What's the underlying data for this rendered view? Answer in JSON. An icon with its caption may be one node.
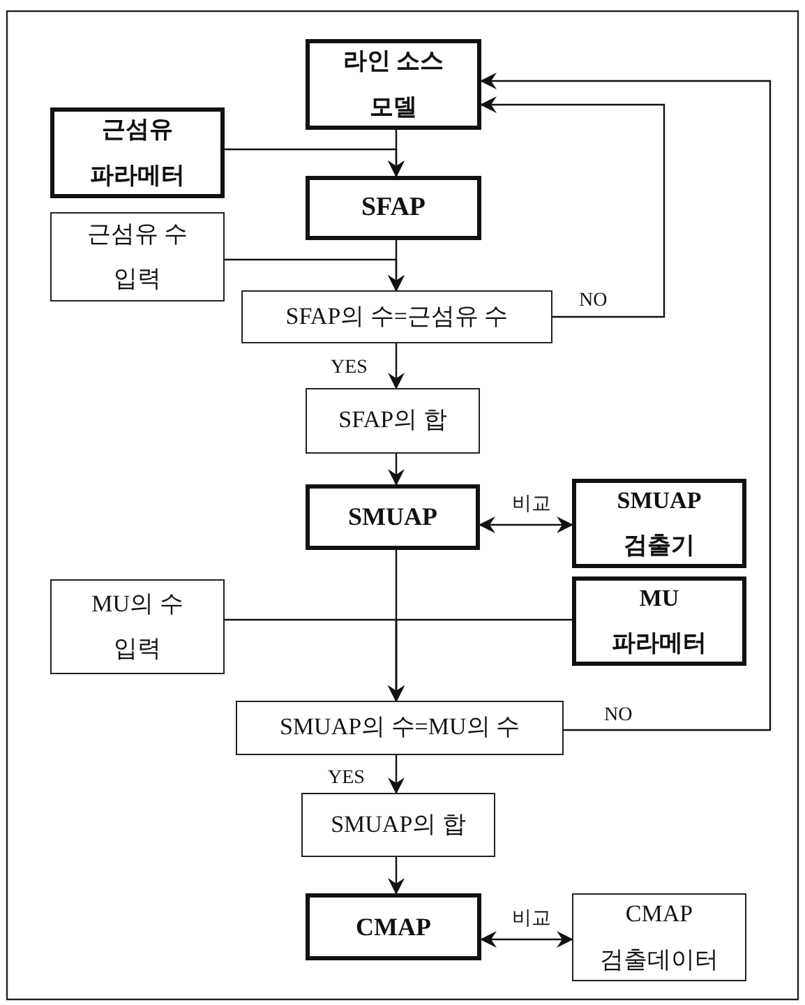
{
  "diagram": {
    "nodes": [
      {
        "text": [
          "라인 소스 모델"
        ]
      },
      {
        "text": [
          "근섬유 파라메터"
        ]
      },
      {
        "text": [
          "SFAP"
        ]
      },
      {
        "text": [
          "근섬유 수 입력"
        ]
      },
      {
        "text": [
          "SFAP의 수=근섬유 수"
        ]
      },
      {
        "text": [
          "SFAP의 합"
        ]
      },
      {
        "text": [
          "SMUAP"
        ]
      },
      {
        "text": [
          "SMUAP 검출기"
        ]
      },
      {
        "text": [
          "MU의 수 입력"
        ]
      },
      {
        "text": [
          "MU 파라메터"
        ]
      },
      {
        "text": [
          "SMUAP의 수=MU의 수"
        ]
      },
      {
        "text": [
          "SMUAP의 합"
        ]
      },
      {
        "text": [
          "CMAP"
        ]
      },
      {
        "text": [
          "CMAP 검출데이터"
        ]
      }
    ],
    "edges": [
      {
        "from": 0,
        "to": 2,
        "arrow": "to"
      },
      {
        "from": 1,
        "to": 2,
        "arrow": "to"
      },
      {
        "from": 2,
        "to": 4,
        "arrow": "to"
      },
      {
        "from": 3,
        "to": 4,
        "arrow": "to"
      },
      {
        "from": 4,
        "to": 0,
        "arrow": "to",
        "label": "NO"
      },
      {
        "from": 4,
        "to": 5,
        "arrow": "to",
        "label": "YES"
      },
      {
        "from": 5,
        "to": 6,
        "arrow": "to"
      },
      {
        "from": 6,
        "to": 7,
        "arrow": "both",
        "label": "비교"
      },
      {
        "from": 6,
        "to": 10,
        "arrow": "to"
      },
      {
        "from": 8,
        "to": 10,
        "arrow": "to"
      },
      {
        "from": 9,
        "to": 10,
        "arrow": "to"
      },
      {
        "from": 10,
        "to": 0,
        "arrow": "to",
        "label": "NO"
      },
      {
        "from": 10,
        "to": 11,
        "arrow": "to",
        "label": "YES"
      },
      {
        "from": 11,
        "to": 12,
        "arrow": "to"
      },
      {
        "from": 12,
        "to": 13,
        "arrow": "both",
        "label": "비교"
      }
    ]
  }
}
